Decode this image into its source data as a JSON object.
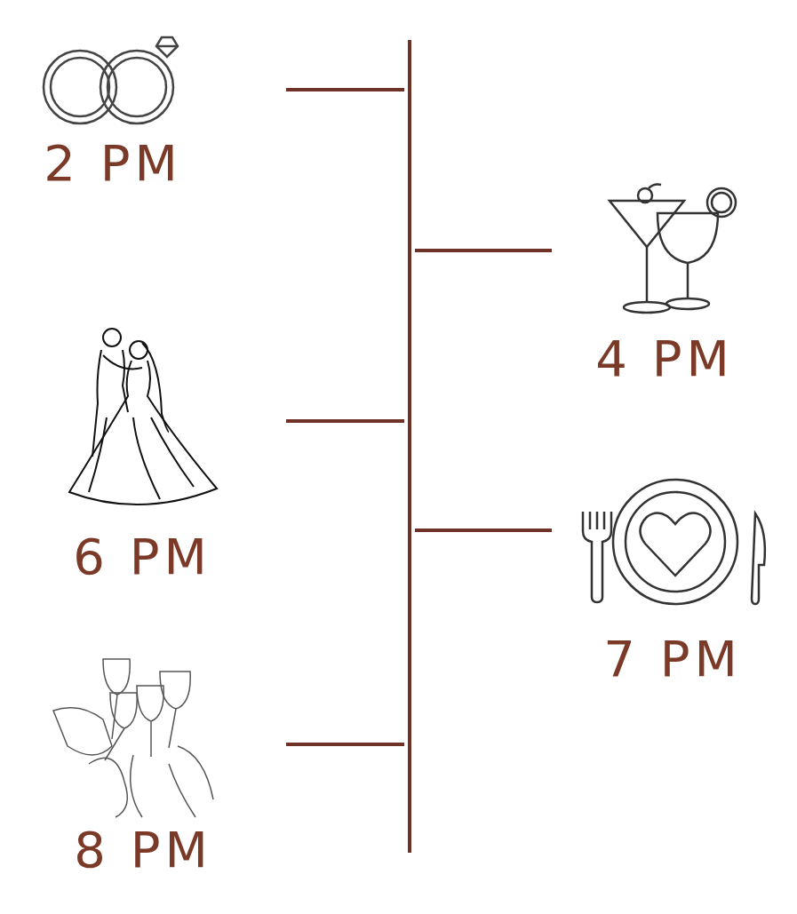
{
  "diagram": {
    "labels": [
      "2 PM",
      "4 PM",
      "6 PM",
      "7 PM",
      "8 PM"
    ]
  }
}
